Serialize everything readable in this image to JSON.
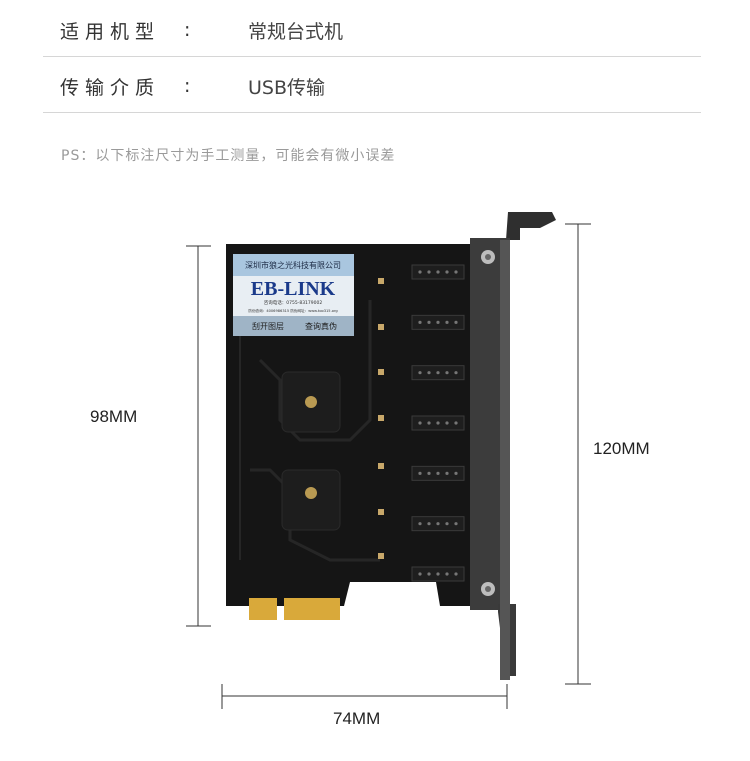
{
  "specs": [
    {
      "label": "适用机型",
      "colon": ":",
      "value": "常规台式机"
    },
    {
      "label": "传输介质",
      "colon": ":",
      "value": "USB传输"
    }
  ],
  "note": "PS：以下标注尺寸为手工测量，可能会有微小误差",
  "dimensions": {
    "height_card": "98MM",
    "height_bracket": "120MM",
    "width": "74MM"
  },
  "sticker": {
    "company": "深圳市狼之光科技有限公司",
    "brand": "EB-LINK",
    "phone": "咨询电话：0755-83179002",
    "antifake": "防伪查询：4006986315  防伪网址：www.too315.org",
    "scratch": "刮开图层",
    "verify": "查询真伪"
  },
  "colors": {
    "pcb": "#151515",
    "bracket": "#3a3a3a",
    "gold": "#d9a93a",
    "sticker_top": "#a9c6df",
    "divider": "#d6d6d6"
  },
  "port_count": 7
}
